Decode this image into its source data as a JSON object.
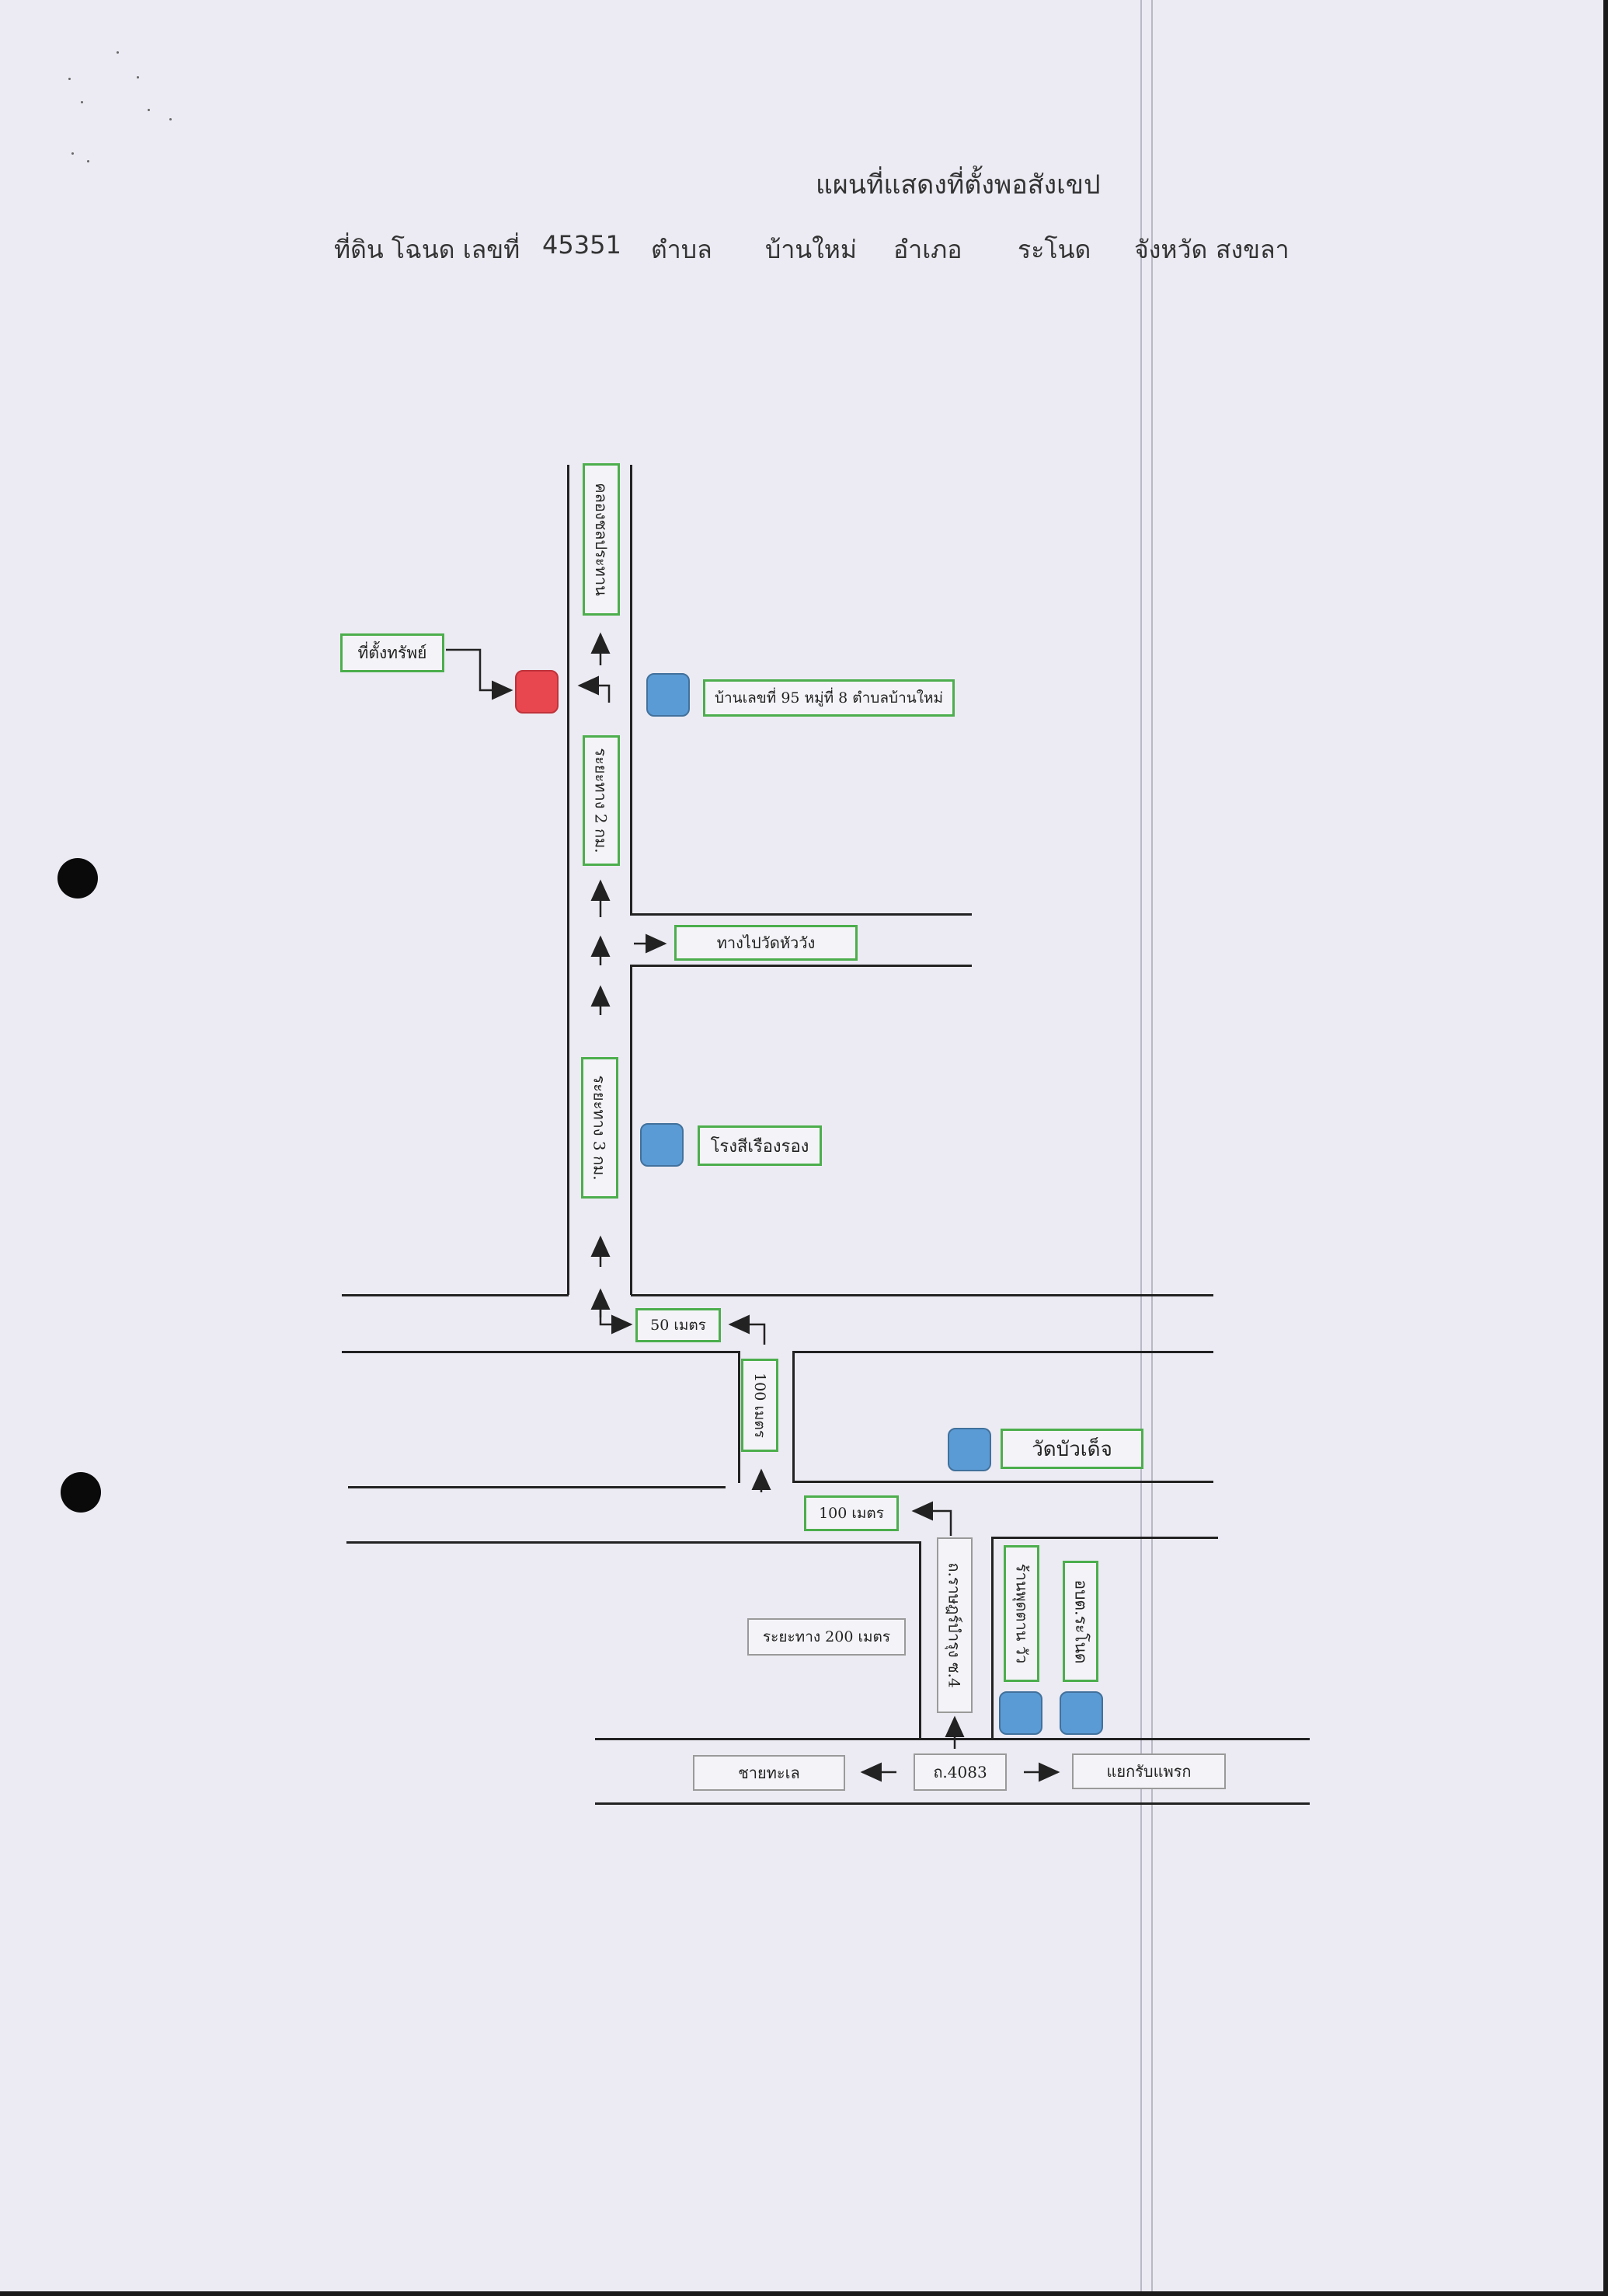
{
  "title": "แผนที่แสดงที่ตั้งพอสังเขป",
  "header": {
    "deed_label": "ที่ดิน โฉนด เลขที่",
    "deed_no": "45351",
    "tambon_label": "ตำบล",
    "tambon": "บ้านใหม่",
    "amphoe_label": "อำเภอ",
    "amphoe": "ระโนด",
    "province_label": "จังหวัด",
    "province": "สงขลา"
  },
  "labels": {
    "property": "ที่ตั้งทรัพย์",
    "canal": "คลองชลประทาน",
    "house": "บ้านเลขที่ 95 หมู่ที่ 8 ตำบลบ้านใหม่",
    "dist_2km": "ระยะทาง 2 กม.",
    "to_temple": "ทางไปวัดหัววัง",
    "dist_3km": "ระยะทาง 3 กม.",
    "school": "โรงสีเรืองรอง",
    "m50": "50 เมตร",
    "m100_v": "100 เมตร",
    "temple": "วัดบัวเด็จ",
    "m100_h": "100 เมตร",
    "dist_200m": "ระยะทาง 200 เมตร",
    "soi": "ถ.ราษฎร์บำรุง ซ.4",
    "shop": "ร้านพุดตาน วัว",
    "district_office": "อบต.ระโนด",
    "beach": "ชายทะเล",
    "road_no": "ถ.4083",
    "junction": "แยกรับแพรก"
  },
  "colors": {
    "label_border": "#4cae4c",
    "marker": "#5b9bd5",
    "property_marker": "#e8474f"
  }
}
